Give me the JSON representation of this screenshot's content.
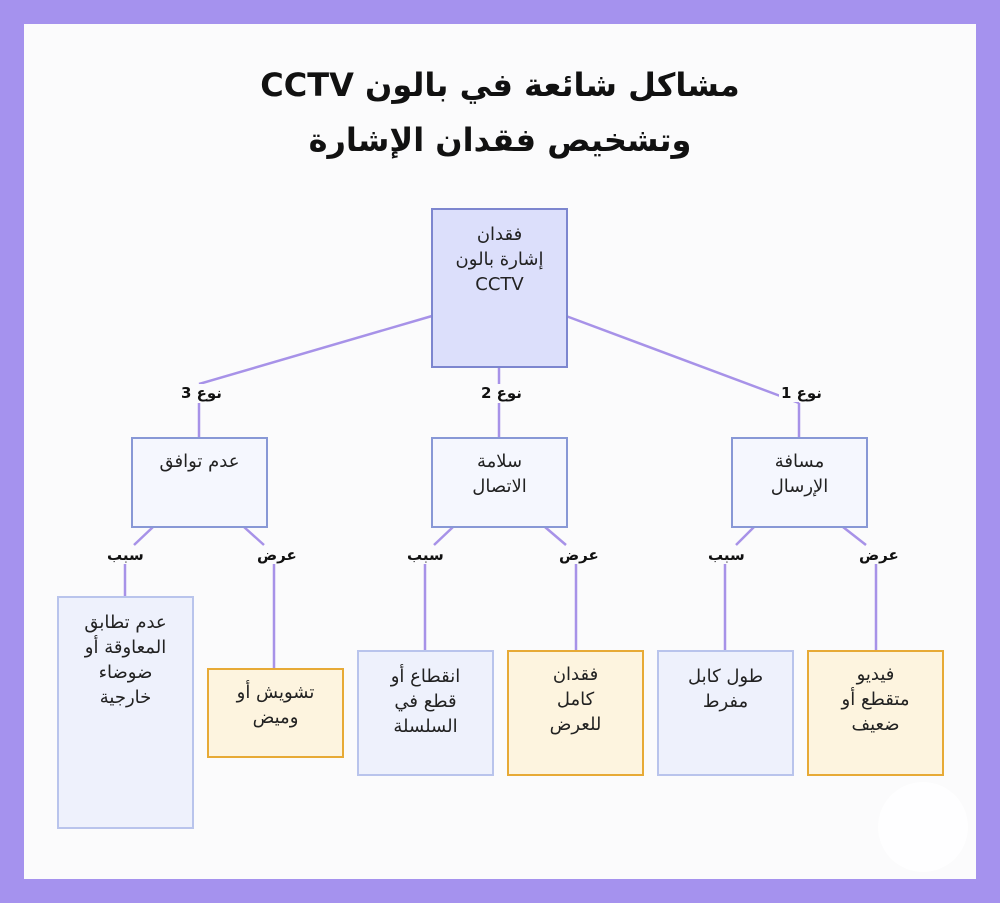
{
  "title_line1": "مشاكل شائعة في بالون CCTV",
  "title_line2": "وتشخيص فقدان الإشارة",
  "root": "فقدان\nإشارة بالون\nCCTV",
  "types": [
    {
      "edge_label": "نوع 1",
      "label": "مسافة\nالإرسال"
    },
    {
      "edge_label": "نوع 2",
      "label": "سلامة\nالاتصال"
    },
    {
      "edge_label": "نوع 3",
      "label": "عدم توافق"
    }
  ],
  "cause_label": "سبب",
  "symptom_label": "عرض",
  "causes": [
    "طول كابل\nمفرط",
    "انقطاع أو\nقطع في\nالسلسلة",
    "عدم تطابق\nالمعاوقة أو\nضوضاء\nخارجية"
  ],
  "symptoms": [
    "فيديو\nمتقطع أو\nضعيف",
    "فقدان\nكامل\nللعرض",
    "تشويش أو\nوميض"
  ],
  "colors": {
    "background": "#a592ee",
    "edge": "#a792e8",
    "root_fill": "#dcdffb",
    "symptom_border": "#e7aa36"
  }
}
